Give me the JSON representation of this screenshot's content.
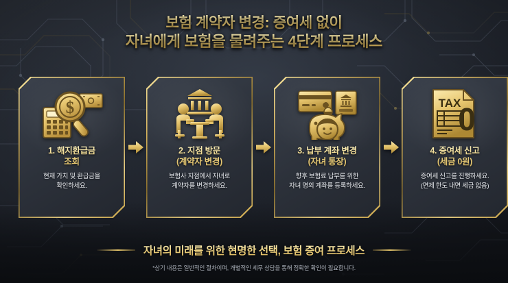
{
  "theme": {
    "gold_light": "#fdf3c4",
    "gold_mid": "#e0c169",
    "gold_dark": "#8a6f2c",
    "card_bg": "#343a44",
    "background": "#1e222a",
    "body_text": "#e9ecf1",
    "note_text": "#aeb4be"
  },
  "title": {
    "line1": "보험 계약자 변경: 증여세 없이",
    "line2": "자녀에게 보험을 물려주는 4단계 프로세스"
  },
  "steps": [
    {
      "icon": "calculator-magnifier-money-icon",
      "title": "1. 해지환급금",
      "title_sub": "조회",
      "desc_line1": "현재 가치 및 환급금을",
      "desc_line2": "확인하세요."
    },
    {
      "icon": "bank-consultation-icon",
      "title": "2. 지점 방문",
      "title_sub": "(계약자 변경)",
      "desc_line1": "보험사 지점에서 자녀로",
      "desc_line2": "계약자를 변경하세요."
    },
    {
      "icon": "piggy-bank-card-passbook-icon",
      "title": "3. 납부 계좌 변경",
      "title_sub": "(자녀 통장)",
      "desc_line1": "향후 보험료 납부를 위한",
      "desc_line2": "자녀 명의 계좌를 등록하세요."
    },
    {
      "icon": "tax-document-zero-icon",
      "title": "4. 증여세 신고",
      "title_sub": "(세금 0원)",
      "desc_line1": "증여세 신고를 진행하세요.",
      "desc_line2": "(면제 한도 내면 세금 없음)"
    }
  ],
  "arrows": {
    "icon": "arrow-right-icon",
    "count": 3
  },
  "footer": {
    "headline": "자녀의 미래를 위한 현명한 선택, 보험 증여 프로세스",
    "note": "*상기 내용은 일반적인 절차이며, 개별적인 세무 상담을 통해 정확한 확인이 필요합니다."
  }
}
